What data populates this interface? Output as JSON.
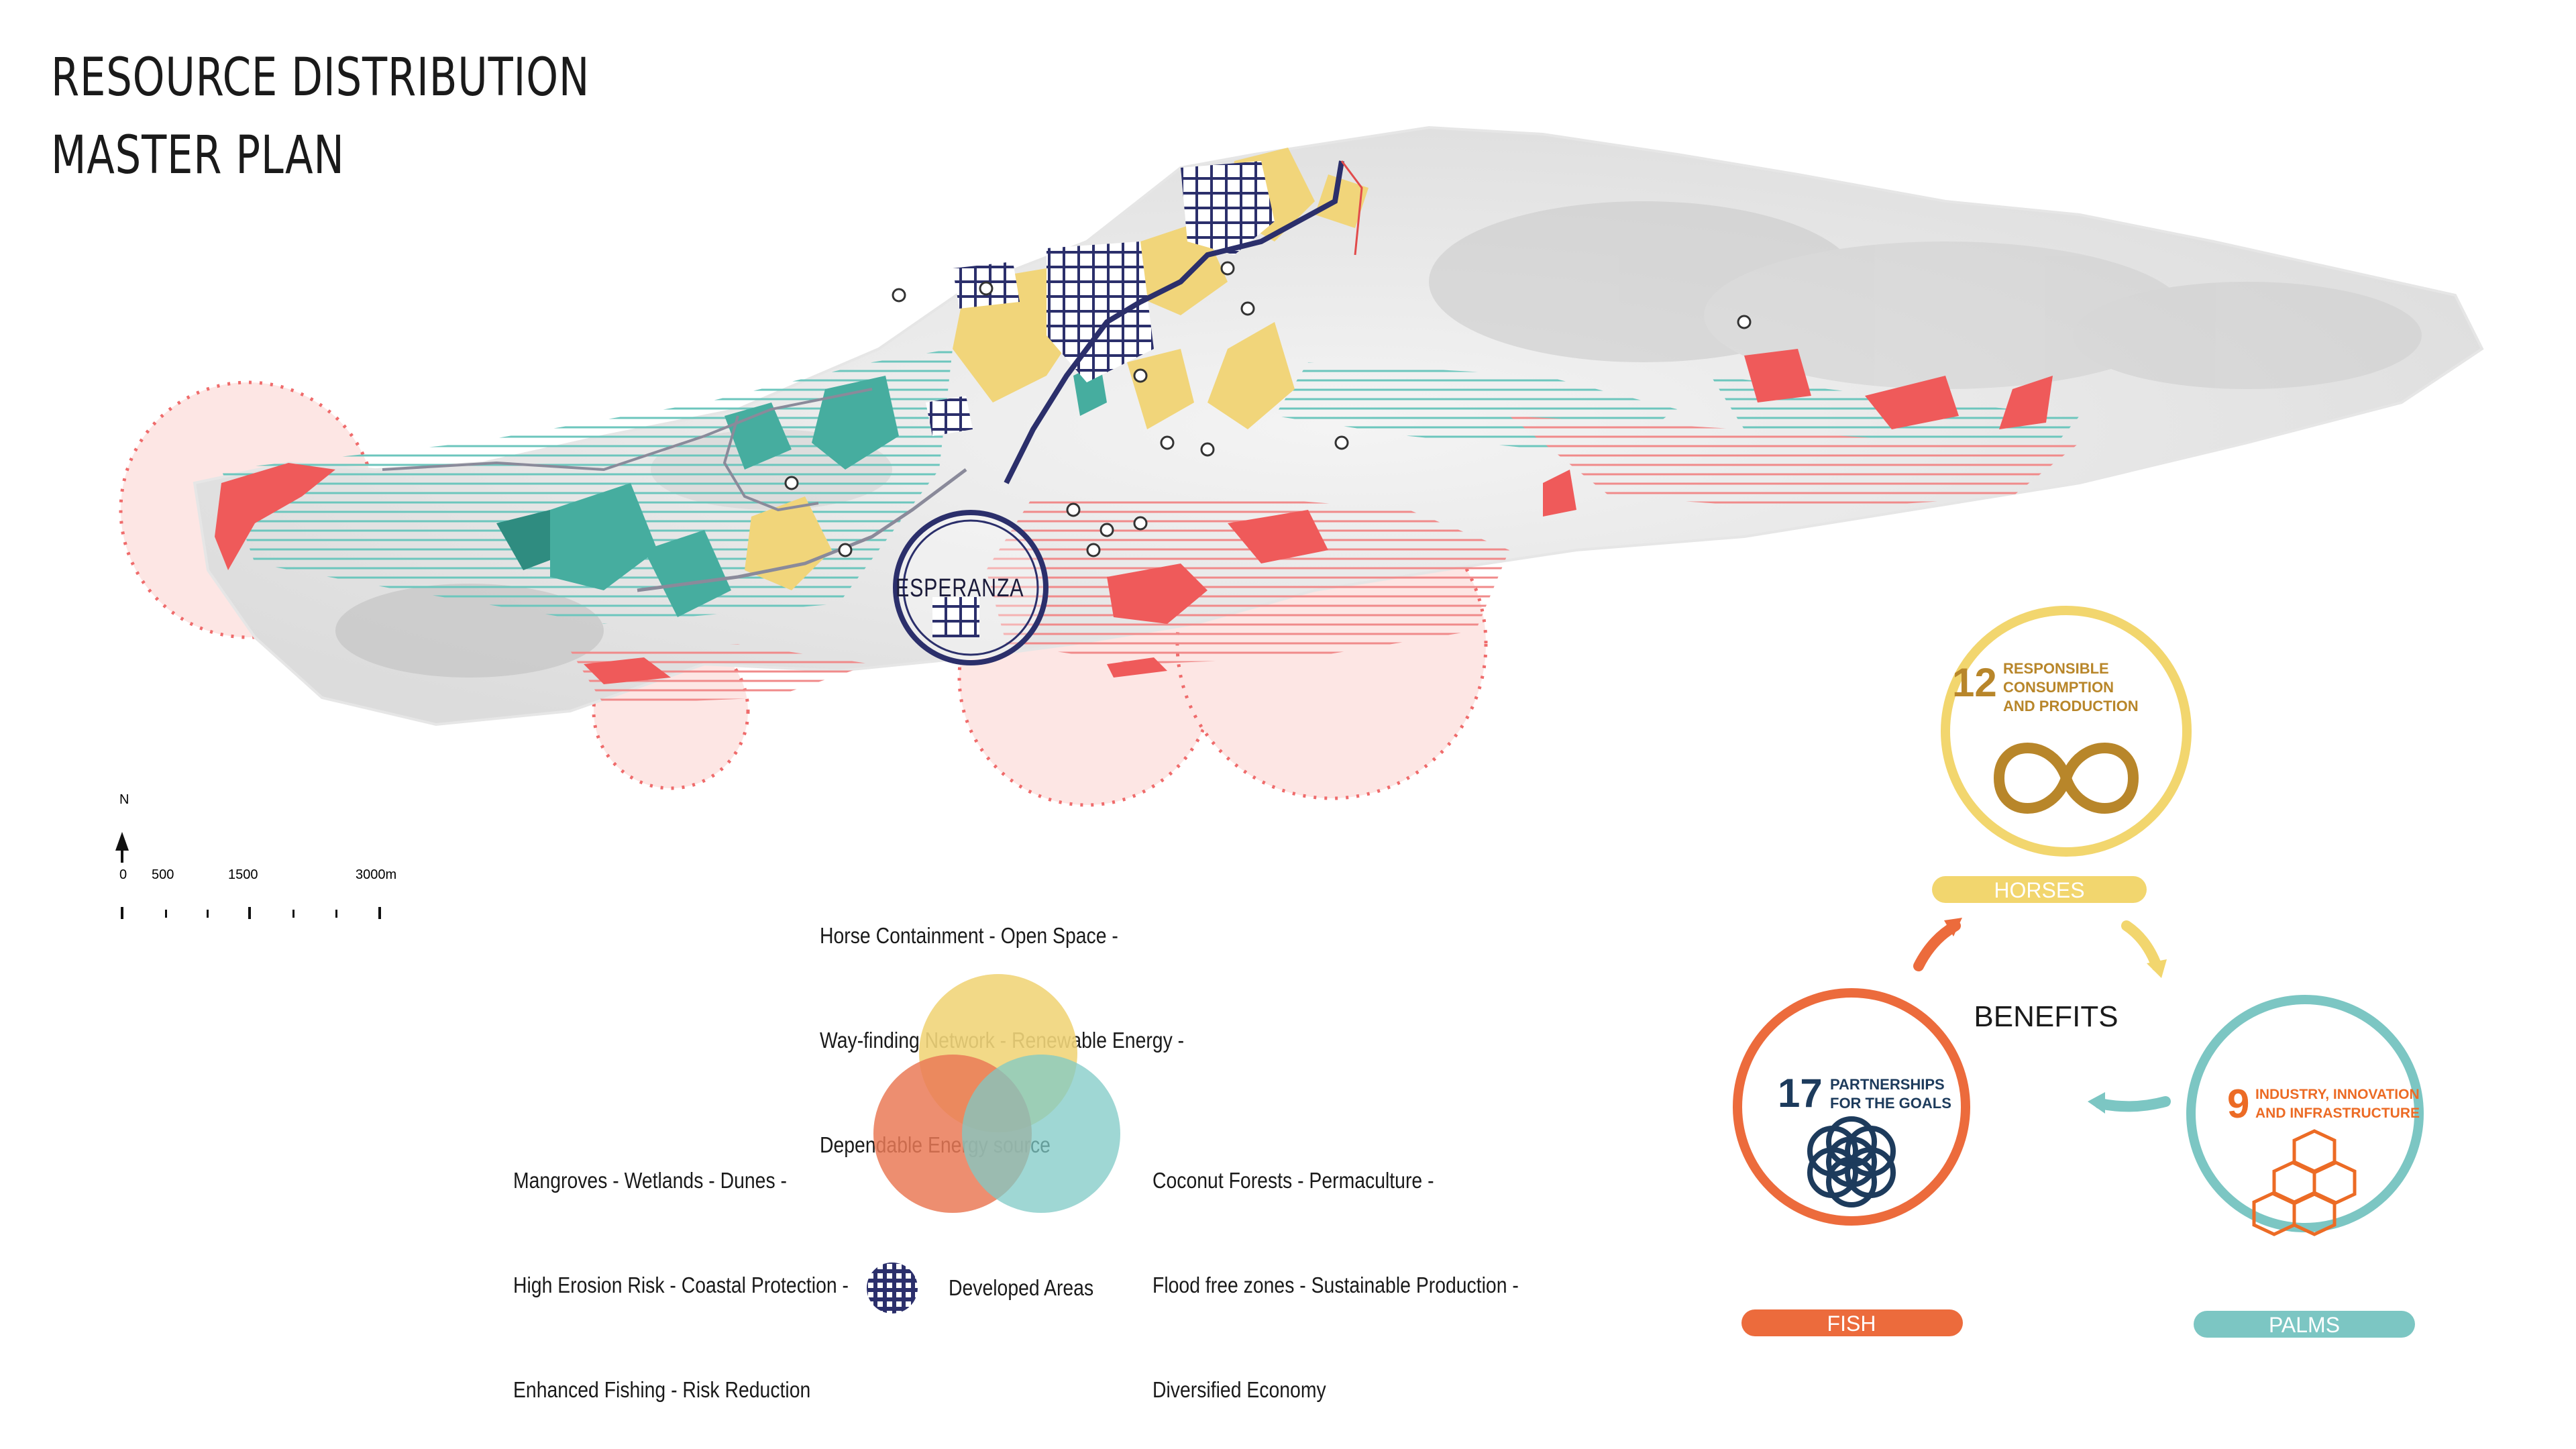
{
  "title": {
    "line1": "RESOURCE DISTRIBUTION",
    "line2": "MASTER PLAN"
  },
  "map": {
    "place_label": "ESPERANZA",
    "north_label": "N",
    "scale_labels": [
      "0",
      "500",
      "1500",
      "3000m"
    ]
  },
  "legend": {
    "horses_lines": [
      "Horse Containment - Open Space -",
      "Way-finding Network - Renewable Energy -",
      "Dependable Energy source"
    ],
    "fish_lines": [
      "Mangroves - Wetlands - Dunes -",
      "High Erosion Risk - Coastal Protection -",
      "Enhanced Fishing - Risk Reduction"
    ],
    "palms_lines": [
      "Coconut Forests - Permaculture -",
      "Flood free zones - Sustainable Production -",
      "Diversified Economy"
    ],
    "developed_label": "Developed Areas"
  },
  "sdg": {
    "center_label": "BENEFITS",
    "goals": [
      {
        "number": "12",
        "title_lines": [
          "RESPONSIBLE",
          "CONSUMPTION",
          "AND PRODUCTION"
        ],
        "tag": "HORSES",
        "color": "#f2d66e",
        "text_color": "#b8862a",
        "icon": "infinity-icon"
      },
      {
        "number": "17",
        "title_lines": [
          "PARTNERSHIPS",
          "FOR THE GOALS"
        ],
        "tag": "FISH",
        "color": "#ec6b3c",
        "text_color": "#1d3b5c",
        "icon": "flower-rings-icon"
      },
      {
        "number": "9",
        "title_lines": [
          "INDUSTRY, INNOVATION",
          "AND INFRASTRUCTURE"
        ],
        "tag": "PALMS",
        "color": "#7cc6c3",
        "text_color": "#ec6b25",
        "icon": "cubes-icon"
      }
    ]
  },
  "colors": {
    "yellow": "#f1d57a",
    "teal": "#4fb6ac",
    "red": "#ef5a5a",
    "pink": "#fbe3e1",
    "navy": "#2b2f6b"
  }
}
